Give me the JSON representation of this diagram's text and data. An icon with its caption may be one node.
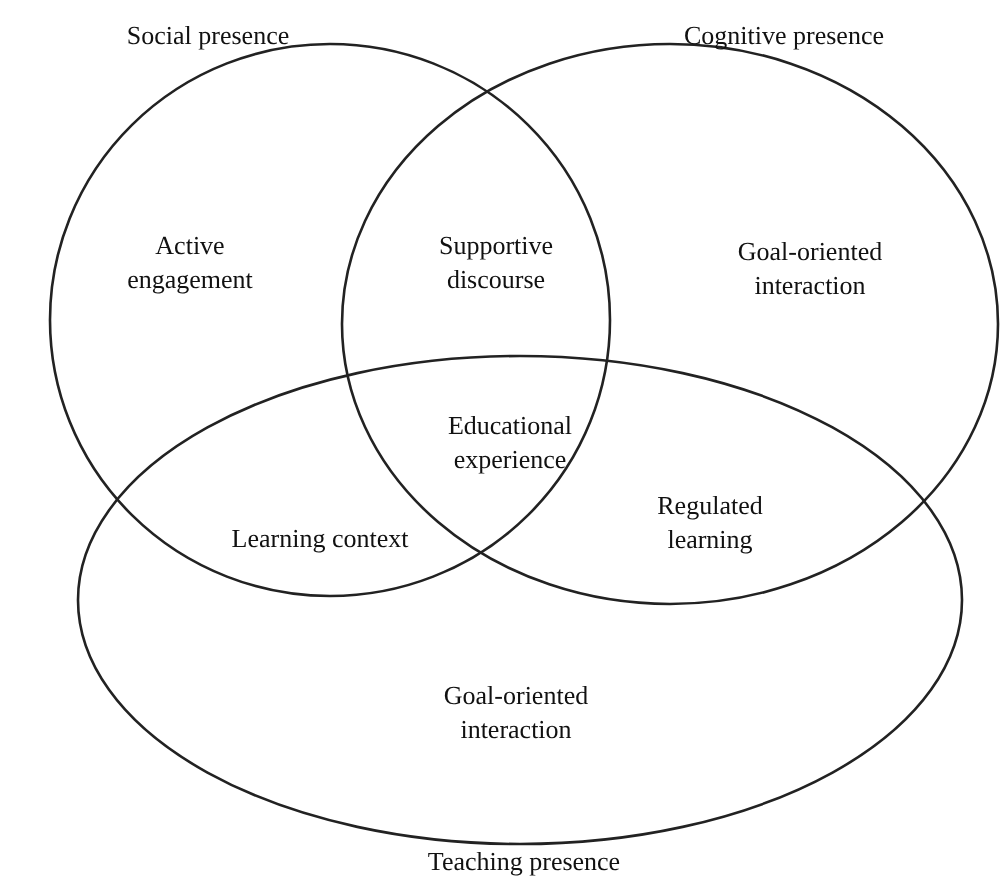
{
  "diagram": {
    "nodes": [
      {
        "text": [
          "Social presence"
        ]
      },
      {
        "text": [
          "Cognitive presence"
        ]
      },
      {
        "text": [
          "Teaching presence"
        ]
      }
    ],
    "labels": [
      "Active engagement",
      "Supportive discourse",
      "Goal-oriented interaction",
      "Educational experience",
      "Learning context",
      "Regulated learning",
      "Goal-oriented interaction"
    ]
  }
}
